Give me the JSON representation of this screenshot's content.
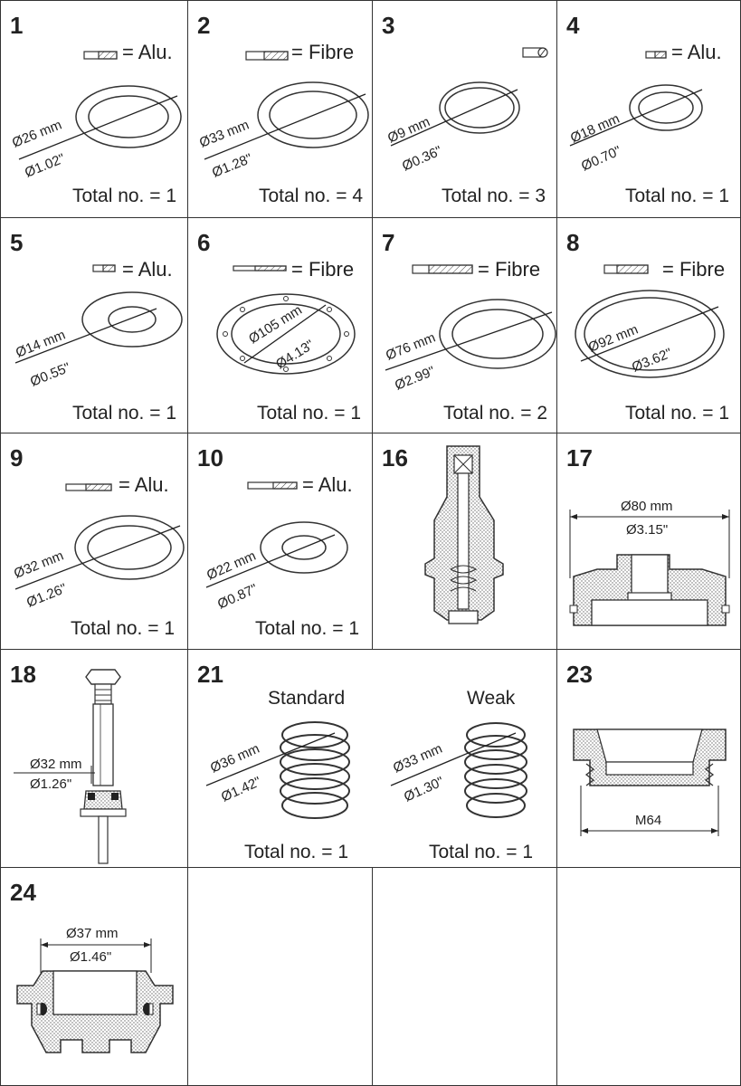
{
  "parts": [
    {
      "id": "1",
      "number": "1",
      "material": "= Alu.",
      "d_mm": "Ø26 mm",
      "d_in": "Ø1.02\"",
      "total": "Total no. = 1"
    },
    {
      "id": "2",
      "number": "2",
      "material": "= Fibre",
      "d_mm": "Ø33 mm",
      "d_in": "Ø1.28\"",
      "total": "Total no. = 4"
    },
    {
      "id": "3",
      "number": "3",
      "material": "",
      "d_mm": "Ø9 mm",
      "d_in": "Ø0.36\"",
      "total": "Total no. = 3"
    },
    {
      "id": "4",
      "number": "4",
      "material": "= Alu.",
      "d_mm": "Ø18 mm",
      "d_in": "Ø0.70\"",
      "total": "Total no. = 1"
    },
    {
      "id": "5",
      "number": "5",
      "material": "= Alu.",
      "d_mm": "Ø14 mm",
      "d_in": "Ø0.55\"",
      "total": "Total no. = 1"
    },
    {
      "id": "6",
      "number": "6",
      "material": "= Fibre",
      "d_mm": "Ø105 mm",
      "d_in": "Ø4.13\"",
      "total": "Total no. = 1"
    },
    {
      "id": "7",
      "number": "7",
      "material": "= Fibre",
      "d_mm": "Ø76 mm",
      "d_in": "Ø2.99\"",
      "total": "Total no. = 2"
    },
    {
      "id": "8",
      "number": "8",
      "material": "= Fibre",
      "d_mm": "Ø92 mm",
      "d_in": "Ø3.62\"",
      "total": "Total no. = 1"
    },
    {
      "id": "9",
      "number": "9",
      "material": "= Alu.",
      "d_mm": "Ø32 mm",
      "d_in": "Ø1.26\"",
      "total": "Total no. = 1"
    },
    {
      "id": "10",
      "number": "10",
      "material": "= Alu.",
      "d_mm": "Ø22 mm",
      "d_in": "Ø0.87\"",
      "total": "Total no. = 1"
    },
    {
      "id": "16",
      "number": "16"
    },
    {
      "id": "17",
      "number": "17",
      "d_mm": "Ø80 mm",
      "d_in": "Ø3.15\""
    },
    {
      "id": "18",
      "number": "18",
      "d_mm": "Ø32 mm",
      "d_in": "Ø1.26\""
    },
    {
      "id": "21",
      "number": "21",
      "standard": {
        "label": "Standard",
        "d_mm": "Ø36 mm",
        "d_in": "Ø1.42\"",
        "total": "Total no. = 1"
      },
      "weak": {
        "label": "Weak",
        "d_mm": "Ø33 mm",
        "d_in": "Ø1.30\"",
        "total": "Total no. = 1"
      }
    },
    {
      "id": "23",
      "number": "23",
      "thread": "M64"
    },
    {
      "id": "24",
      "number": "24",
      "d_mm": "Ø37 mm",
      "d_in": "Ø1.46\""
    }
  ],
  "colors": {
    "line": "#333333",
    "fill": "#ffffff",
    "hatch": "#555555",
    "dots": "#777777"
  }
}
